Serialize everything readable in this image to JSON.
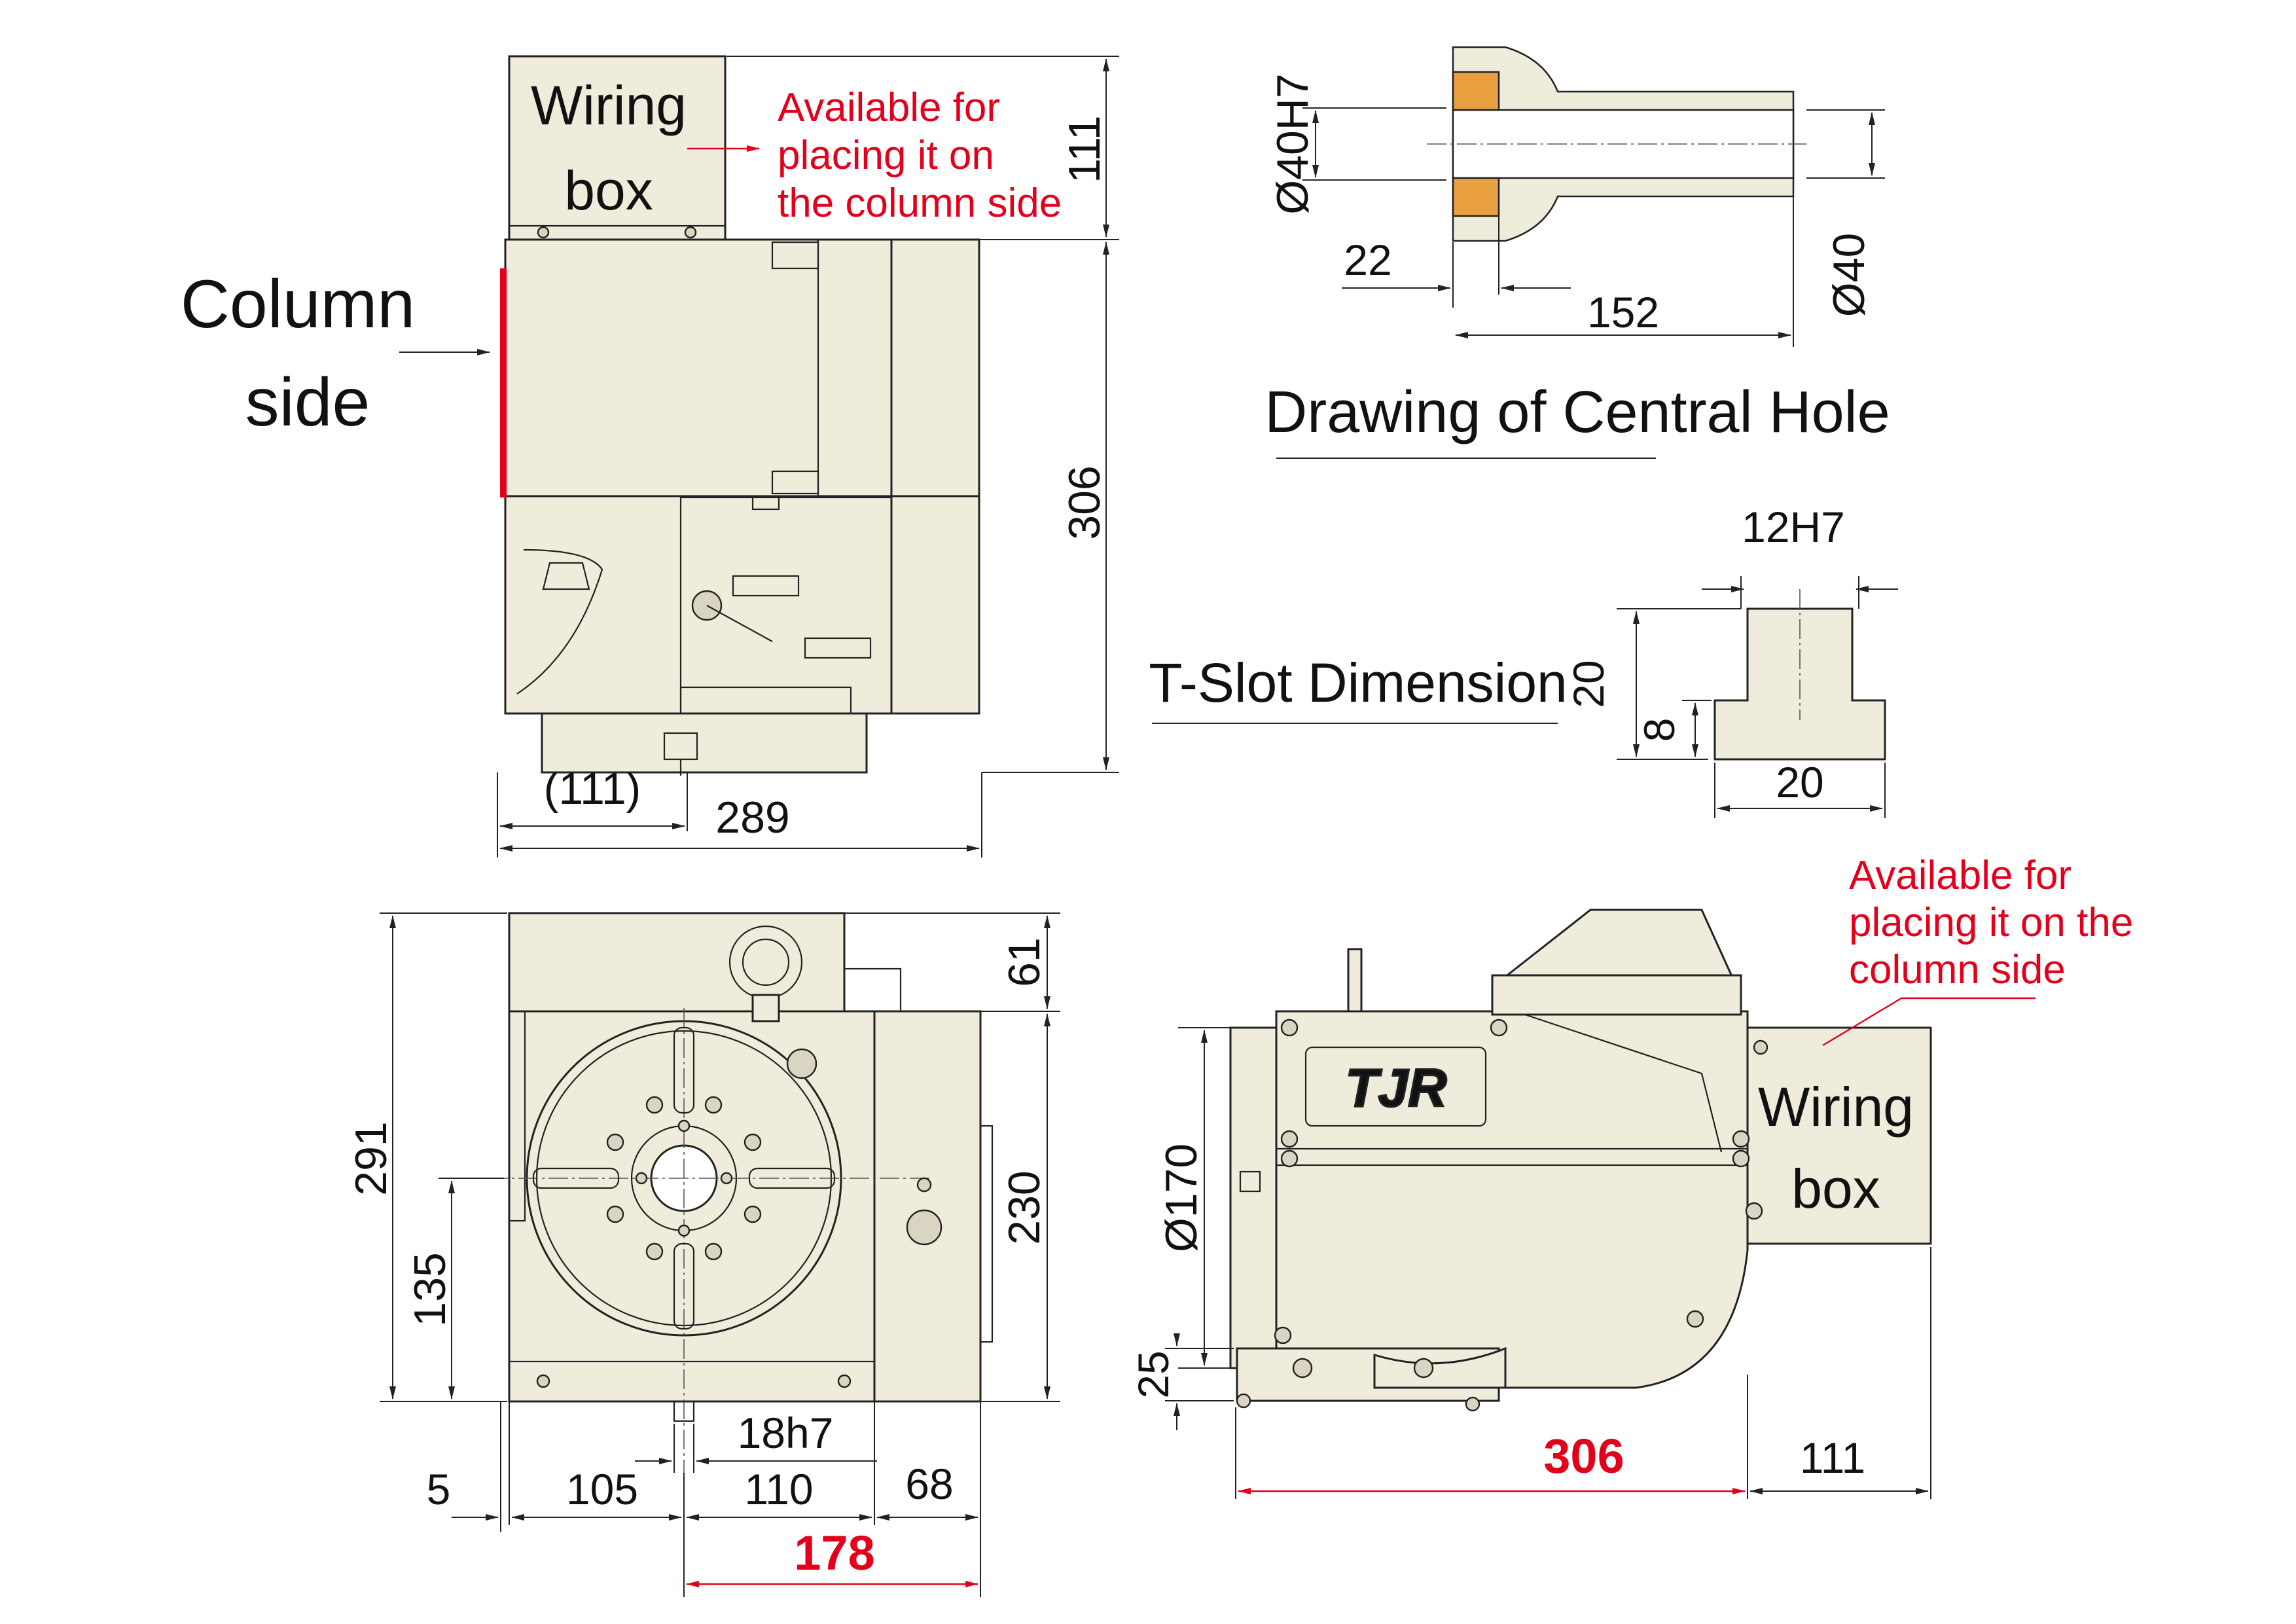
{
  "notes": {
    "available_top": [
      "Available for",
      "placing it on",
      "the column side"
    ],
    "available_right": [
      "Available for",
      "placing it on the",
      "column side"
    ]
  },
  "wiring_box": [
    "Wiring",
    "box"
  ],
  "column_side": [
    "Column",
    "side"
  ],
  "logo": "TJR",
  "central_hole": {
    "title": "Drawing of Central Hole",
    "d_bore": "Ø40H7",
    "d_through": "Ø40",
    "depth_small": "22",
    "length": "152"
  },
  "t_slot": {
    "title": "T-Slot Dimension",
    "width_top": "12H7",
    "height_total": "20",
    "height_lower": "8",
    "width_bottom": "20"
  },
  "side_view": {
    "h_wiring": "111",
    "h_body": "306",
    "w_offset": "(111)",
    "w_total": "289"
  },
  "front_view": {
    "h_total": "291",
    "h_center": "135",
    "h_top": "61",
    "h_right": "230",
    "w_left": "5",
    "w_center": "105",
    "w_key": "18h7",
    "w_mid": "110",
    "w_right": "68",
    "w_highlight": "178"
  },
  "right_view": {
    "d_table": "Ø170",
    "h_base": "25",
    "w_body": "306",
    "w_wiring": "111"
  },
  "colors": {
    "accent": "#e3001b",
    "body": "#efecdc",
    "line": "#222222",
    "bronze": "#e8a040"
  }
}
